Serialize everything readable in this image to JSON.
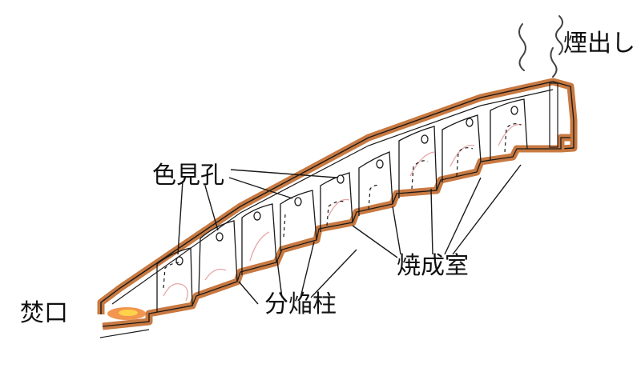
{
  "labels": {
    "chimney": "煙出し",
    "peephole": "色見孔",
    "firing_chamber": "焼成室",
    "flame_pillar": "分焔柱",
    "firebox": "焚口"
  },
  "colors": {
    "kiln_wall": "#c87941",
    "outline": "#1a1a1a",
    "fire": "#f08a3c",
    "fire_core": "#ffd24a",
    "flame_trace": "#e8a6a6"
  },
  "icons": {
    "smoke": "smoke-wisp",
    "fire": "flame"
  }
}
